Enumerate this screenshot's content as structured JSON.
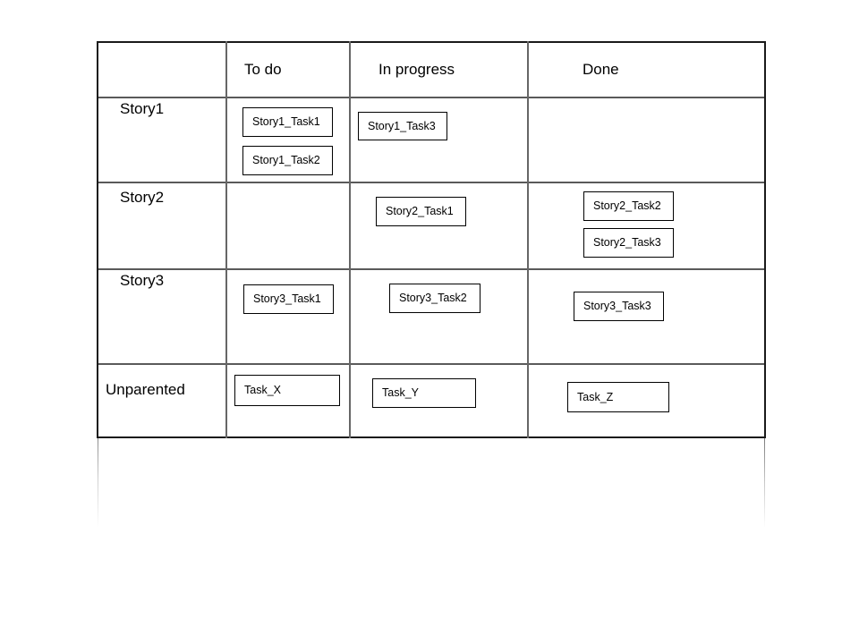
{
  "board": {
    "corner_label": "",
    "columns": [
      {
        "id": "todo",
        "label": "To do"
      },
      {
        "id": "in-progress",
        "label": "In progress"
      },
      {
        "id": "done",
        "label": "Done"
      }
    ],
    "rows": [
      {
        "id": "story1",
        "label": "Story1"
      },
      {
        "id": "story2",
        "label": "Story2"
      },
      {
        "id": "story3",
        "label": "Story3"
      },
      {
        "id": "unparented",
        "label": "Unparented"
      }
    ],
    "cards": [
      {
        "id": "c1",
        "label": "Story1_Task1",
        "row": "story1",
        "column": "todo"
      },
      {
        "id": "c2",
        "label": "Story1_Task2",
        "row": "story1",
        "column": "todo"
      },
      {
        "id": "c3",
        "label": "Story1_Task3",
        "row": "story1",
        "column": "in-progress"
      },
      {
        "id": "c4",
        "label": "Story2_Task1",
        "row": "story2",
        "column": "in-progress"
      },
      {
        "id": "c5",
        "label": "Story2_Task2",
        "row": "story2",
        "column": "done"
      },
      {
        "id": "c6",
        "label": "Story2_Task3",
        "row": "story2",
        "column": "done"
      },
      {
        "id": "c7",
        "label": "Story3_Task1",
        "row": "story3",
        "column": "todo"
      },
      {
        "id": "c8",
        "label": "Story3_Task2",
        "row": "story3",
        "column": "in-progress"
      },
      {
        "id": "c9",
        "label": "Story3_Task3",
        "row": "story3",
        "column": "done"
      },
      {
        "id": "c10",
        "label": "Task_X",
        "row": "unparented",
        "column": "todo"
      },
      {
        "id": "c11",
        "label": "Task_Y",
        "row": "unparented",
        "column": "in-progress"
      },
      {
        "id": "c12",
        "label": "Task_Z",
        "row": "unparented",
        "column": "done"
      }
    ],
    "colors": {
      "line": "#1a1a1a",
      "line_light": "#5a5a5a",
      "card_border": "#000000",
      "background": "#ffffff",
      "text": "#000000"
    }
  }
}
